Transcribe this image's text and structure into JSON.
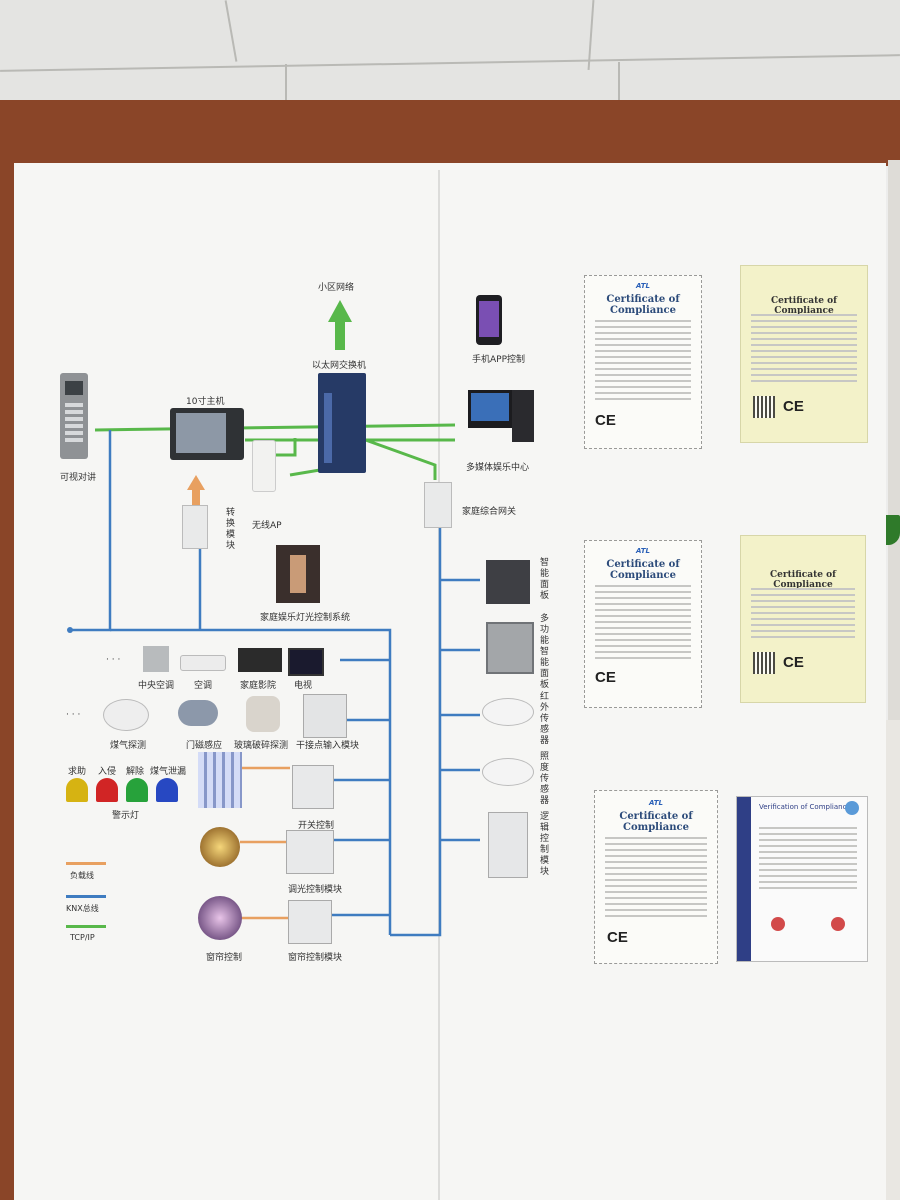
{
  "diagram": {
    "labels": {
      "community_network": "小区网络",
      "ethernet_switch": "以太网交换机",
      "main_unit": "10寸主机",
      "video_intercom": "可视对讲",
      "wireless_ap": "无线AP",
      "converter_module": "转换模块",
      "entertainment_lighting": "家庭娱乐灯光控制系统",
      "phone_app": "手机APP控制",
      "multimedia_center": "多媒体娱乐中心",
      "home_gateway": "家庭综合网关",
      "smart_panel": "智能面板",
      "multifunction_panel": "多功能智能面板",
      "ir_sensor": "红外传感器",
      "light_sensor": "照度传感器",
      "logic_module": "逻辑控制模块",
      "central_ac": "中央空调",
      "ac": "空调",
      "home_theater": "家庭影院",
      "tv": "电视",
      "gas_detector": "煤气探测",
      "door_sensor": "门磁感应",
      "glass_break": "玻璃破碎探测",
      "dry_contact": "干接点输入模块",
      "alarm_help": "求助",
      "alarm_intrusion": "入侵",
      "alarm_disarm": "解除",
      "alarm_gas_leak": "煤气泄漏",
      "warning_light": "警示灯",
      "switch_control": "开关控制",
      "dimming_module": "调光控制模块",
      "curtain_control": "窗帘控制",
      "curtain_module": "窗帘控制模块",
      "ellipsis": "· · ·"
    },
    "legend": [
      {
        "label": "负载线",
        "color": "#e8a060"
      },
      {
        "label": "KNX总线",
        "color": "#3f7cc0"
      },
      {
        "label": "TCP/IP",
        "color": "#58b84a"
      }
    ]
  },
  "certificates": {
    "atl_brand": "ATL",
    "certificate_title": "Certificate of Compliance",
    "verification_title": "Verification of Compliance",
    "ce_mark": "CE"
  }
}
